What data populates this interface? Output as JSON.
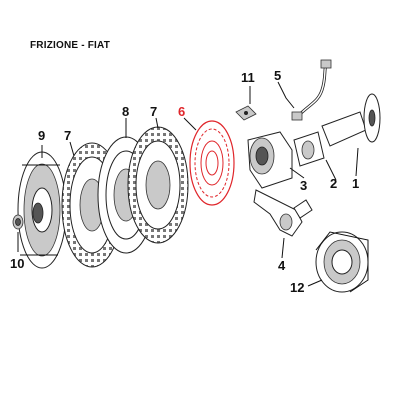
{
  "title": "FRIZIONE - FIAT",
  "labels": [
    {
      "id": "label-1",
      "text": "1"
    },
    {
      "id": "label-2",
      "text": "2"
    },
    {
      "id": "label-3",
      "text": "3"
    },
    {
      "id": "label-4",
      "text": "4"
    },
    {
      "id": "label-5",
      "text": "5"
    },
    {
      "id": "label-6",
      "text": "6"
    },
    {
      "id": "label-7a",
      "text": "7"
    },
    {
      "id": "label-7b",
      "text": "7"
    },
    {
      "id": "label-8",
      "text": "8"
    },
    {
      "id": "label-9",
      "text": "9"
    },
    {
      "id": "label-10",
      "text": "10"
    },
    {
      "id": "label-11",
      "text": "11"
    },
    {
      "id": "label-12",
      "text": "12"
    }
  ],
  "highlight_color": "#e0262b"
}
